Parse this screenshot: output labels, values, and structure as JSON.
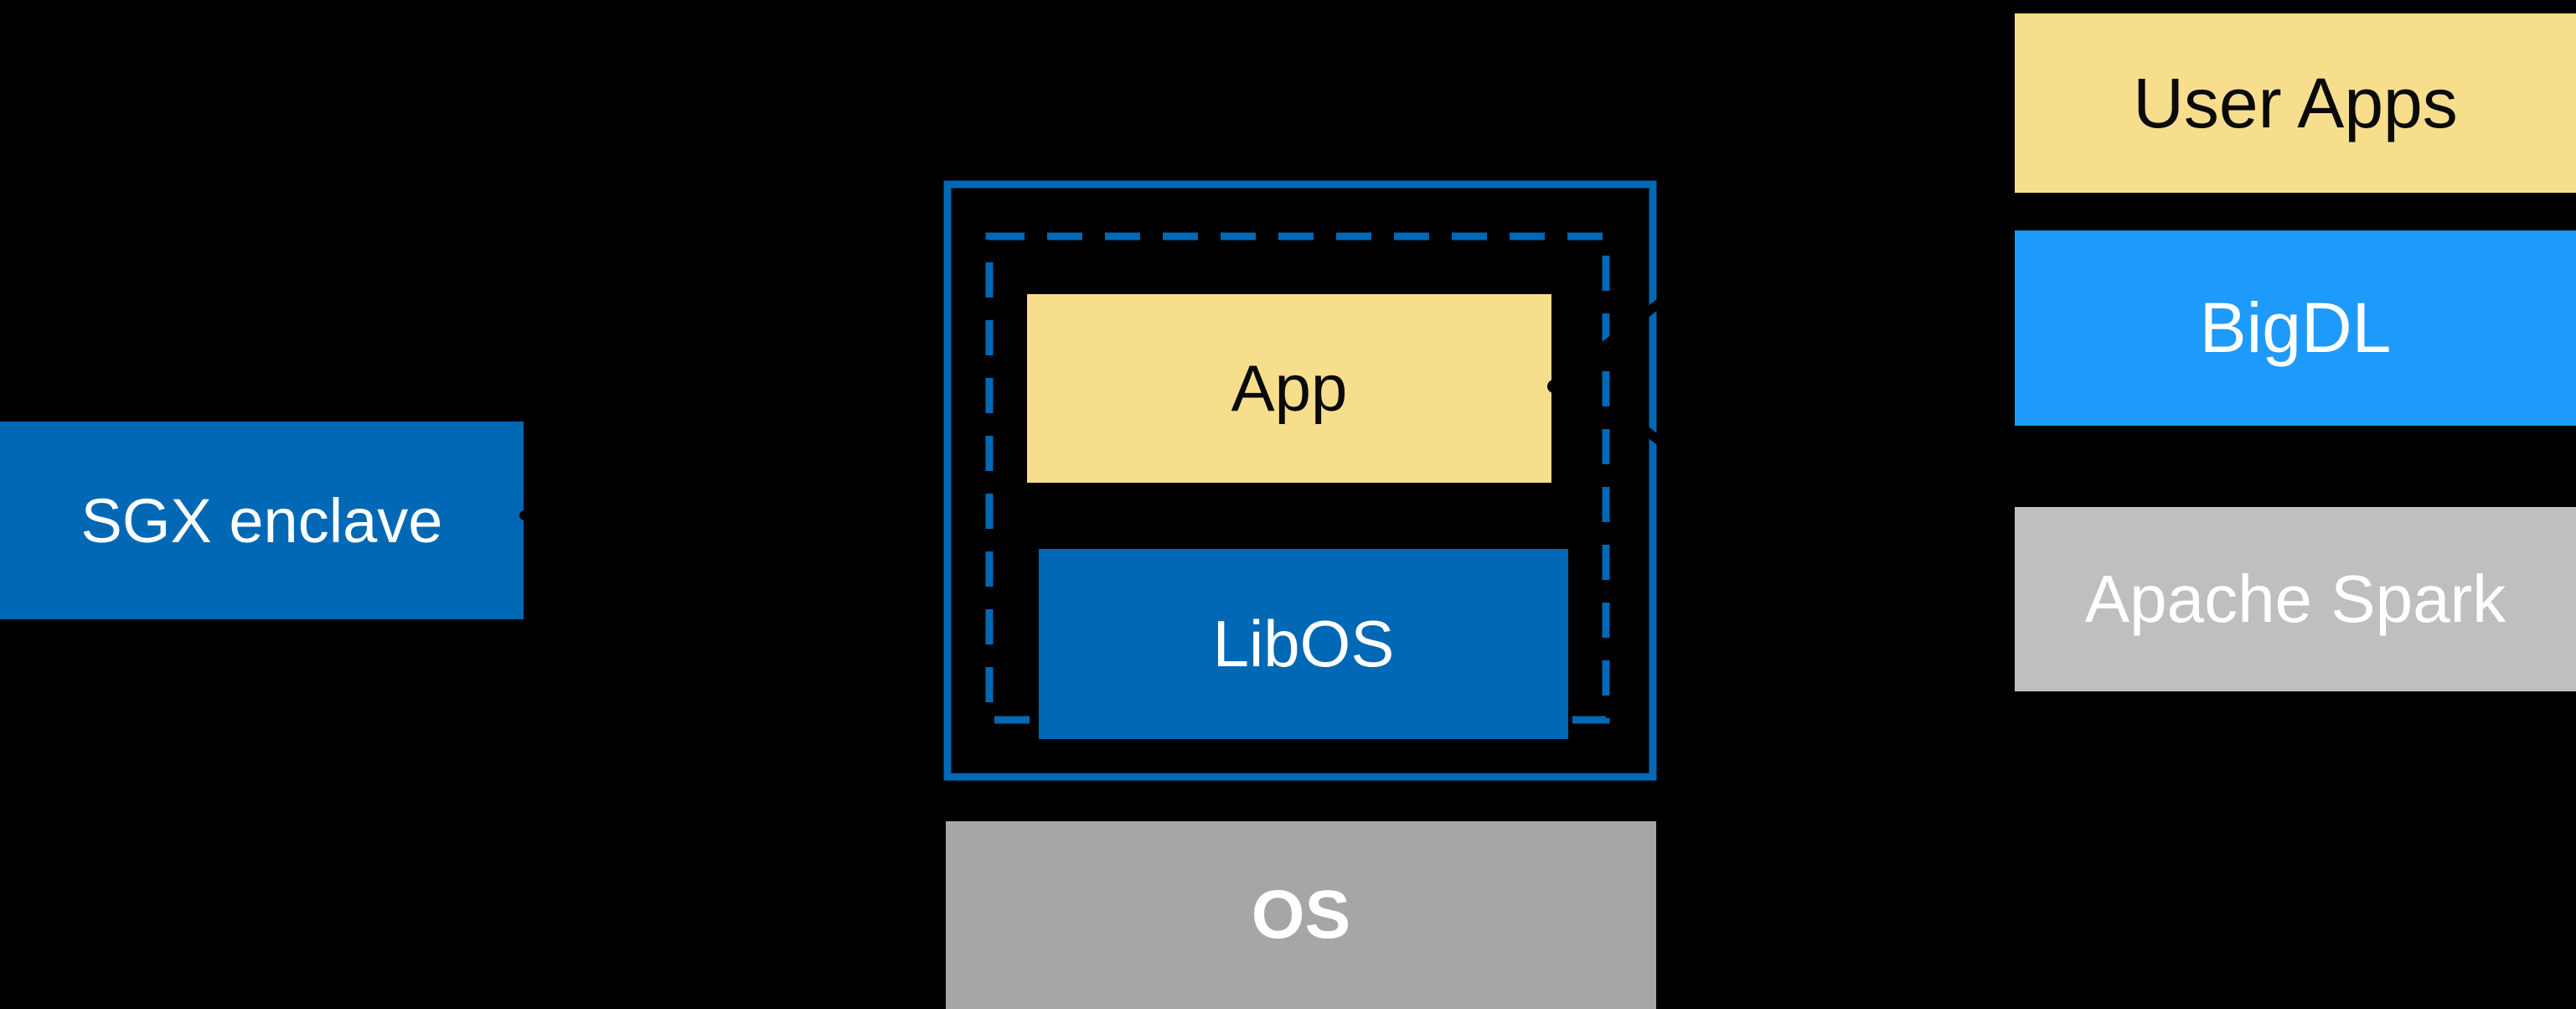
{
  "diagram": {
    "title_hint": "SGX enclave LibOS architecture diagram",
    "sgx": {
      "label": "SGX enclave"
    },
    "enclave": {
      "app_label": "App",
      "libos_label": "LibOS"
    },
    "os": {
      "label": "OS"
    },
    "stack": {
      "user_apps_label": "User Apps",
      "bigdl_label": "BigDL",
      "spark_label": "Apache Spark"
    }
  },
  "colors": {
    "background": "#000000",
    "intel_blue": "#0068b5",
    "bright_blue": "#1e9afa",
    "pale_yellow": "#f6de8d",
    "gray_os": "#a6a6a6",
    "gray_spark": "#bfbfbf",
    "text_dark": "#0a0a0a",
    "text_light": "#ffffff",
    "connector_black": "#000000"
  }
}
